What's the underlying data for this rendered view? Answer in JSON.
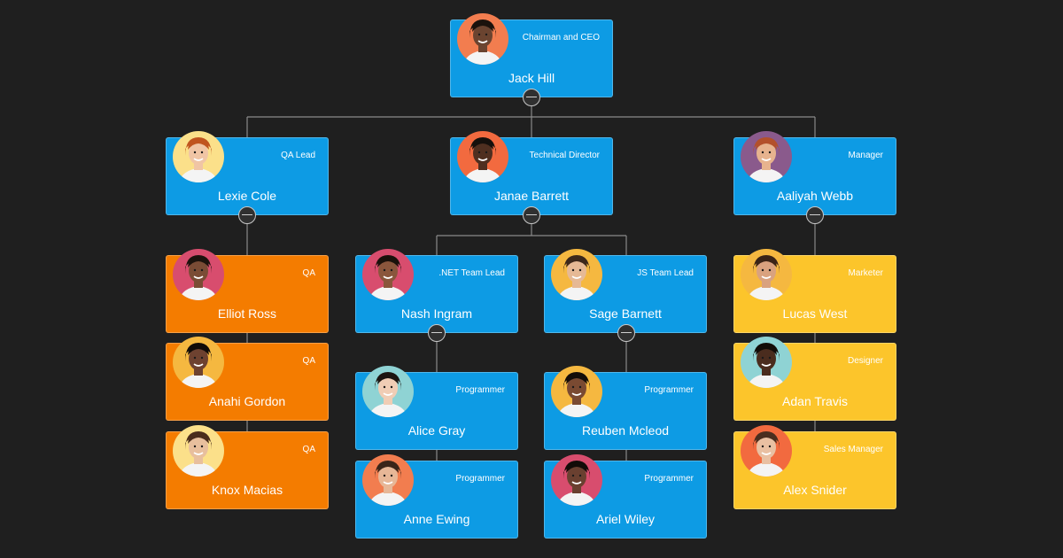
{
  "colors": {
    "background": "#1f1f1f",
    "link": "#8a8a8a",
    "blue": "#0d9be4",
    "orange": "#f47c00",
    "yellow": "#fcc52b"
  },
  "nodes": [
    {
      "id": "jack",
      "name": "Jack Hill",
      "role": "Chairman and CEO",
      "color": "blue",
      "avatar": "#f27d4f",
      "skin": "#6b4430",
      "hair": "#1b120c"
    },
    {
      "id": "lexie",
      "name": "Lexie Cole",
      "role": "QA Lead",
      "color": "blue",
      "avatar": "#fbe08a",
      "skin": "#f0c5a5",
      "hair": "#c0541f"
    },
    {
      "id": "janae",
      "name": "Janae Barrett",
      "role": "Technical Director",
      "color": "blue",
      "avatar": "#f26a3f",
      "skin": "#4f2f20",
      "hair": "#15100c"
    },
    {
      "id": "aaliyah",
      "name": "Aaliyah Webb",
      "role": "Manager",
      "color": "blue",
      "avatar": "#8a5a8c",
      "skin": "#e7b38e",
      "hair": "#b3502b"
    },
    {
      "id": "elliot",
      "name": "Elliot Ross",
      "role": "QA",
      "color": "orange",
      "avatar": "#d84d6e",
      "skin": "#7a4c35",
      "hair": "#1c130d"
    },
    {
      "id": "anahi",
      "name": "Anahi Gordon",
      "role": "QA",
      "color": "orange",
      "avatar": "#f5b840",
      "skin": "#6e4230",
      "hair": "#120c08"
    },
    {
      "id": "knox",
      "name": "Knox Macias",
      "role": "QA",
      "color": "orange",
      "avatar": "#fbe08a",
      "skin": "#e8bf9d",
      "hair": "#4a2c1c"
    },
    {
      "id": "nash",
      "name": "Nash Ingram",
      "role": ".NET Team Lead",
      "color": "blue",
      "avatar": "#d84d6e",
      "skin": "#8a563c",
      "hair": "#1a110b"
    },
    {
      "id": "sage",
      "name": "Sage Barnett",
      "role": "JS Team Lead",
      "color": "blue",
      "avatar": "#f5b840",
      "skin": "#e6b995",
      "hair": "#3c281b"
    },
    {
      "id": "lucas",
      "name": "Lucas West",
      "role": "Marketer",
      "color": "yellow",
      "avatar": "#f5b840",
      "skin": "#d9a27f",
      "hair": "#3a2417"
    },
    {
      "id": "adan",
      "name": "Adan Travis",
      "role": "Designer",
      "color": "yellow",
      "avatar": "#8fd3d4",
      "skin": "#4a2c1e",
      "hair": "#120c08"
    },
    {
      "id": "alex",
      "name": "Alex Snider",
      "role": "Sales Manager",
      "color": "yellow",
      "avatar": "#f26a3f",
      "skin": "#e9c0a2",
      "hair": "#4a2e1f"
    },
    {
      "id": "alice",
      "name": "Alice Gray",
      "role": "Programmer",
      "color": "blue",
      "avatar": "#8fd3d4",
      "skin": "#f0cdb5",
      "hair": "#1c1410"
    },
    {
      "id": "anne",
      "name": "Anne Ewing",
      "role": "Programmer",
      "color": "blue",
      "avatar": "#f27d4f",
      "skin": "#e7b797",
      "hair": "#3a2519"
    },
    {
      "id": "reuben",
      "name": "Reuben Mcleod",
      "role": "Programmer",
      "color": "blue",
      "avatar": "#f5b840",
      "skin": "#7a4a32",
      "hair": "#140d09"
    },
    {
      "id": "ariel",
      "name": "Ariel Wiley",
      "role": "Programmer",
      "color": "blue",
      "avatar": "#d84d6e",
      "skin": "#6a4030",
      "hair": "#120c08"
    }
  ]
}
